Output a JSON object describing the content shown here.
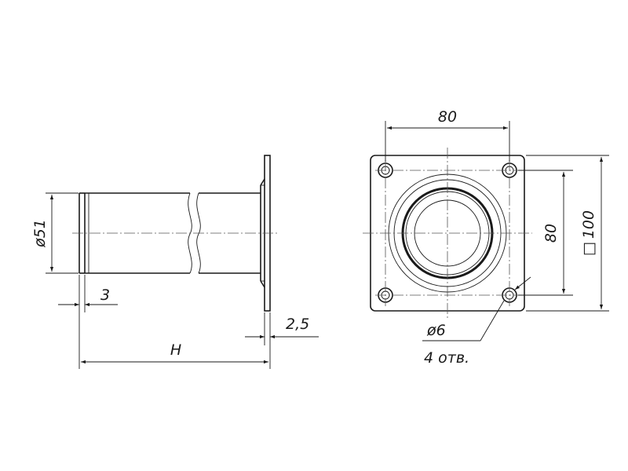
{
  "side_view": {
    "diameter_label": "ø51",
    "wall_label": "3",
    "flange_label": "2,5",
    "height_label": "H"
  },
  "top_view": {
    "hole_spacing_top": "80",
    "hole_spacing_right": "80",
    "plate_size_symbol": "□",
    "plate_size_value": "100",
    "hole_diameter_label": "ø6",
    "hole_count_label": "4 отв."
  }
}
